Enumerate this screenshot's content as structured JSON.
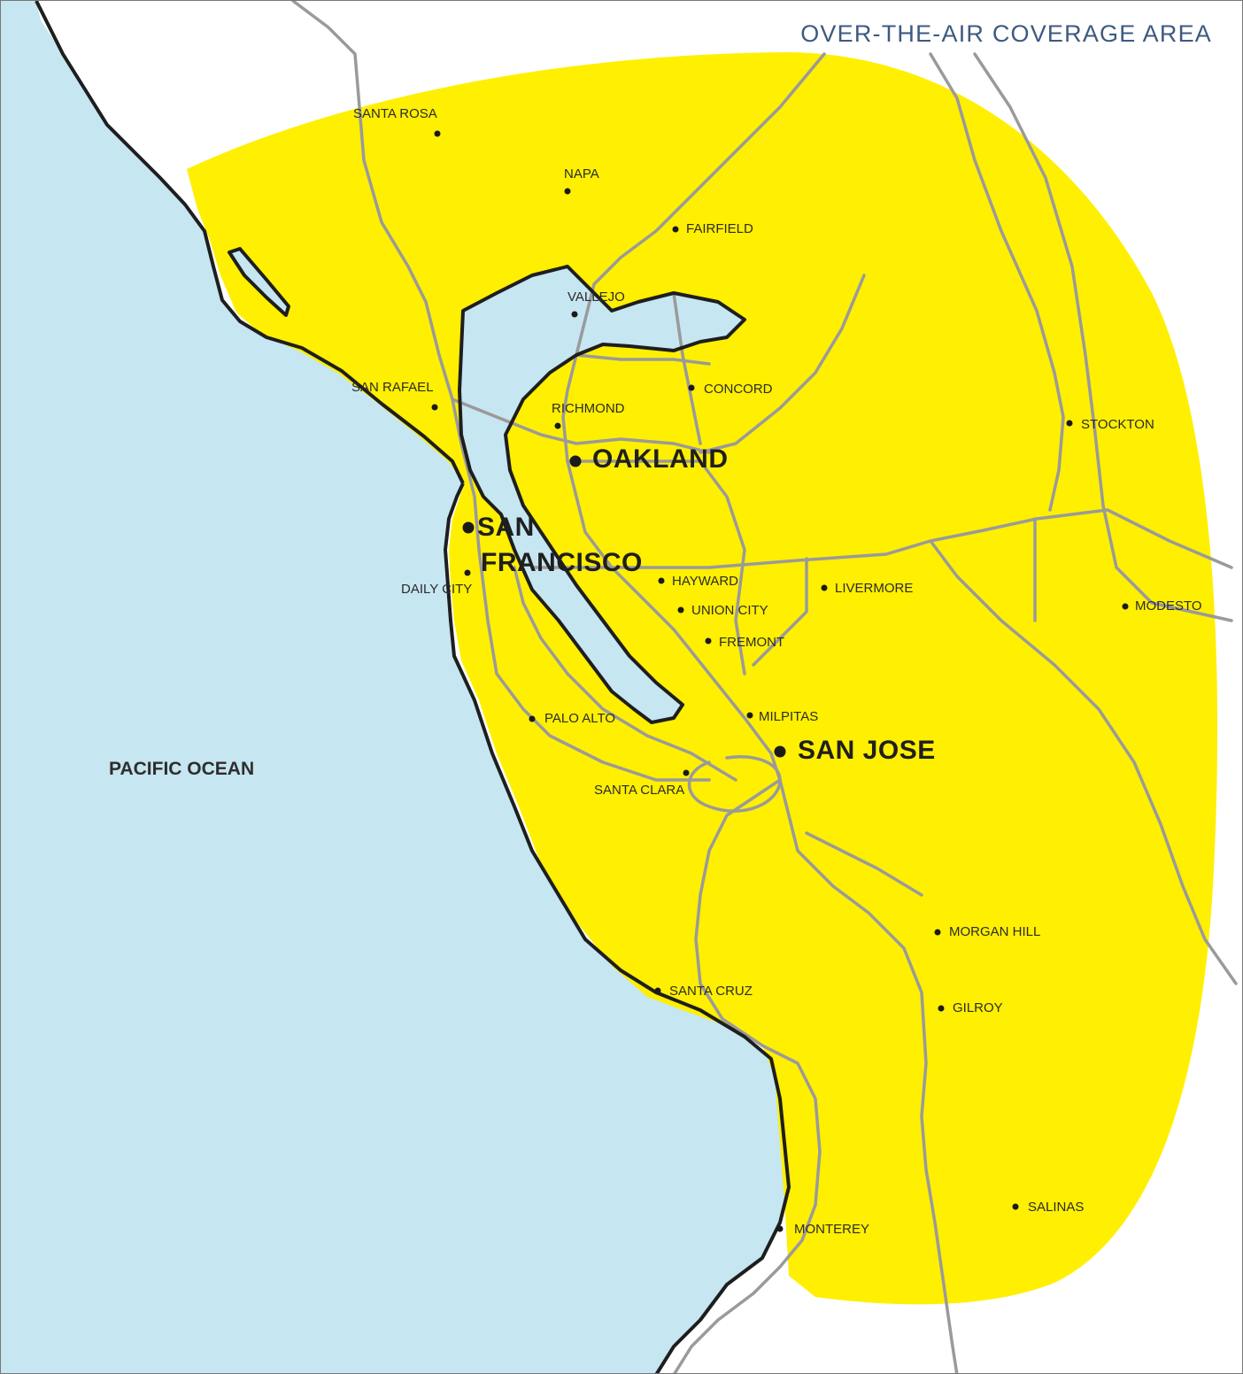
{
  "map": {
    "title": "OVER-THE-AIR COVERAGE AREA",
    "ocean_label": "PACIFIC OCEAN",
    "colors": {
      "water": "#c6e6f1",
      "land": "#ffffff",
      "coverage": "#ffef00",
      "roads": "#9a9a9a",
      "coastline": "#1e1e1e",
      "title": "#3d5a80"
    },
    "major_cities": [
      "OAKLAND",
      "SAN",
      "FRANCISCO",
      "SAN JOSE"
    ],
    "cities": {
      "santa_rosa": "SANTA ROSA",
      "napa": "NAPA",
      "fairfield": "FAIRFIELD",
      "vallejo": "VALLEJO",
      "san_rafael": "SAN RAFAEL",
      "richmond": "RICHMOND",
      "concord": "CONCORD",
      "stockton": "STOCKTON",
      "daly_city": "DAILY CITY",
      "hayward": "HAYWARD",
      "livermore": "LIVERMORE",
      "union_city": "UNION CITY",
      "modesto": "MODESTO",
      "fremont": "FREMONT",
      "milpitas": "MILPITAS",
      "palo_alto": "PALO ALTO",
      "santa_clara": "SANTA CLARA",
      "morgan_hill": "MORGAN HILL",
      "santa_cruz": "SANTA CRUZ",
      "gilroy": "GILROY",
      "salinas": "SALINAS",
      "monterey": "MONTEREY"
    }
  }
}
